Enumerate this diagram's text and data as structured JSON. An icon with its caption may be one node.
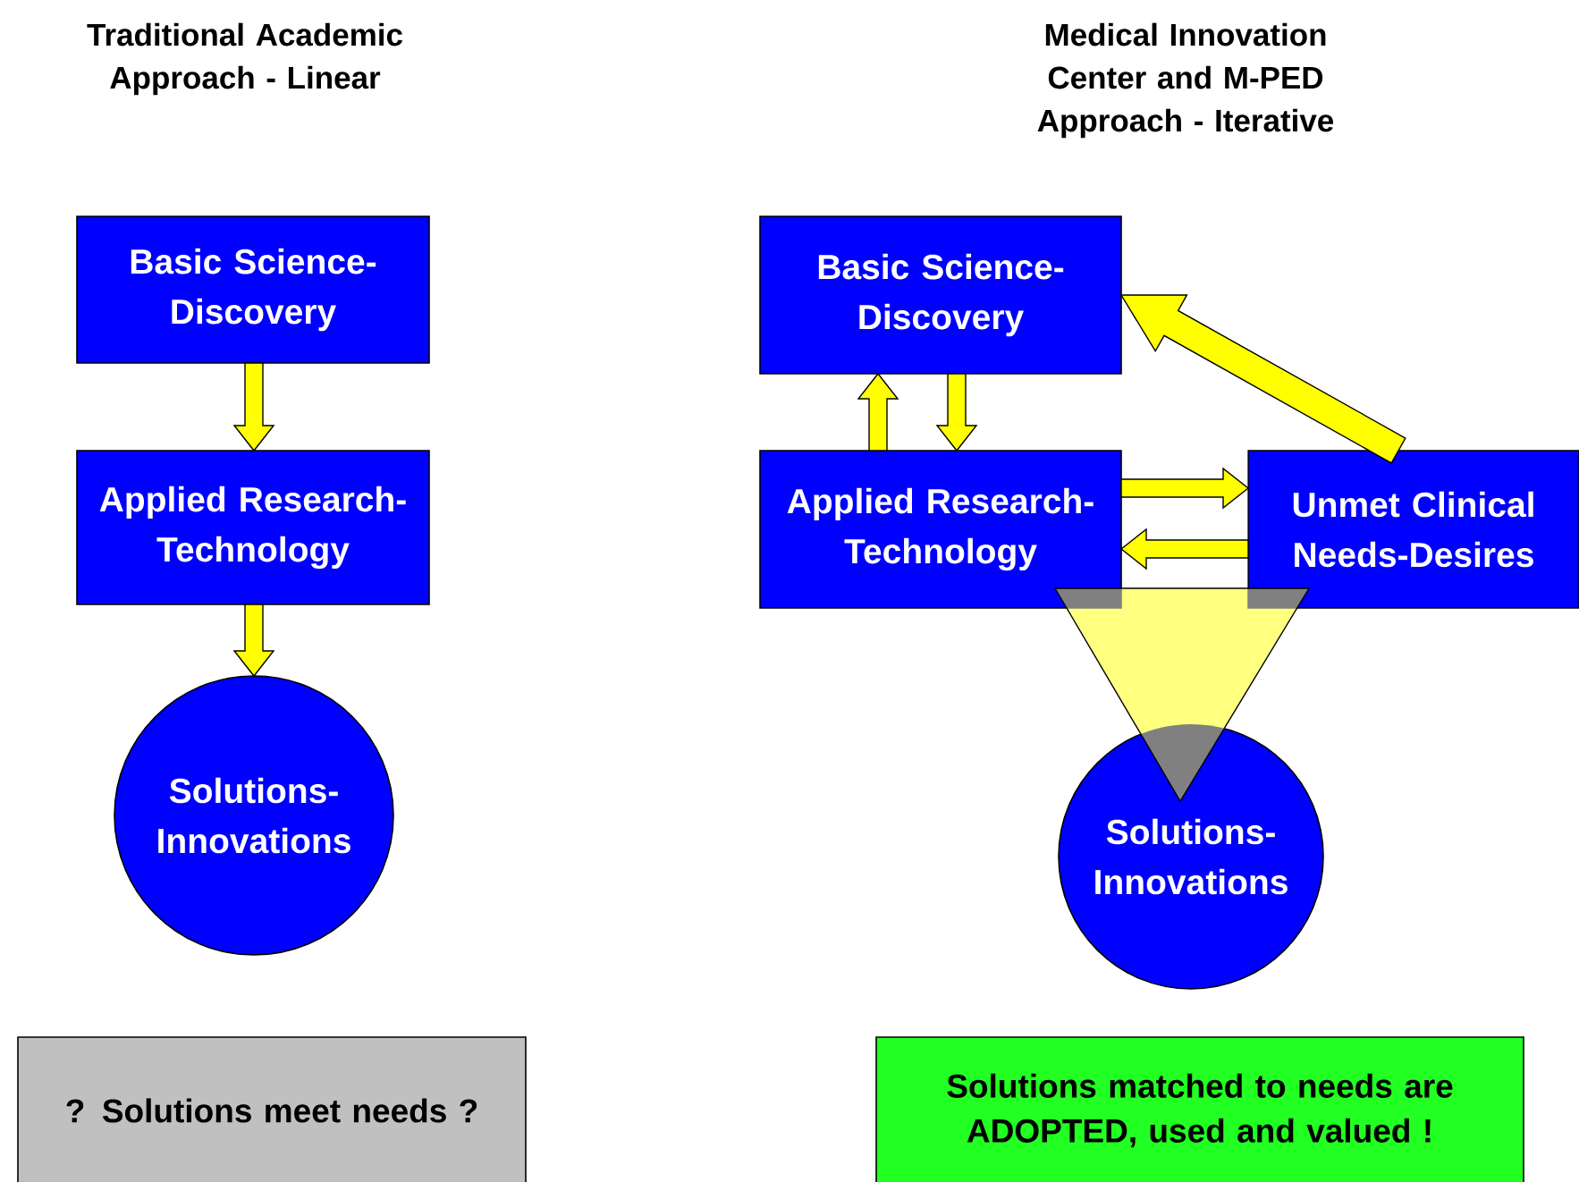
{
  "diagram": {
    "nodes": [
      {
        "text": [
          "Basic Science-Discovery"
        ]
      },
      {
        "text": [
          "Applied Research-Technology"
        ]
      },
      {
        "text": [
          "Solutions-Innovations"
        ]
      },
      {
        "text": [
          "Basic Science-Discovery"
        ]
      },
      {
        "text": [
          "Applied Research-Technology"
        ]
      },
      {
        "text": [
          "Unmet Clinical Needs-Desires"
        ]
      },
      {
        "text": [
          "Solutions-Innovations"
        ]
      },
      {
        "text": [
          "? Solutions meet needs ?"
        ]
      },
      {
        "text": [
          "Solutions matched to needs are ADOPTED, used and valued !"
        ]
      }
    ],
    "edges": [
      {
        "from": 0,
        "to": 1,
        "arrow": "to"
      },
      {
        "from": 1,
        "to": 2,
        "arrow": "to"
      },
      {
        "from": 4,
        "to": 3,
        "arrow": "to"
      },
      {
        "from": 3,
        "to": 4,
        "arrow": "to"
      },
      {
        "from": 4,
        "to": 5,
        "arrow": "to"
      },
      {
        "from": 5,
        "to": 4,
        "arrow": "to"
      },
      {
        "from": 5,
        "to": 3,
        "arrow": "to"
      },
      {
        "from": 4,
        "to": 6,
        "arrow": "to"
      },
      {
        "from": 5,
        "to": 6,
        "arrow": "to"
      }
    ],
    "labels": [
      "Traditional Academic Approach - Linear",
      "Medical Innovation Center and M-PED Approach - Iterative"
    ]
  }
}
